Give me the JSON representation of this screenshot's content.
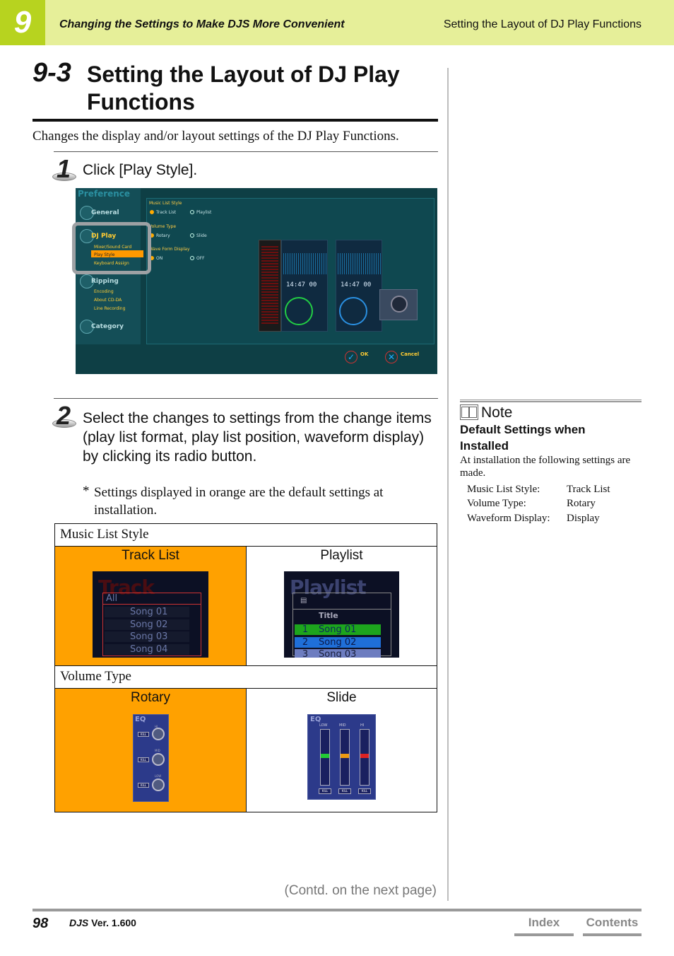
{
  "header": {
    "chapter_number": "9",
    "chapter_title": "Changing the Settings to Make DJS More Convenient",
    "section_title": "Setting the Layout of DJ Play Functions"
  },
  "section": {
    "number": "9-3",
    "title": "Setting the Layout of DJ Play Functions",
    "intro": "Changes the display and/or layout settings of the DJ Play Functions."
  },
  "step1": {
    "number": "1",
    "text": "Click [Play Style]."
  },
  "screenshot": {
    "pane_title": "Preference",
    "nav": {
      "general": "General",
      "dj_play": "DJ Play",
      "dj_sub": [
        "Mixer/Sound Card",
        "Play Style",
        "Keyboard Assign"
      ],
      "ripping": "Ripping",
      "ripping_sub": [
        "Encoding",
        "About CD-DA",
        "Line Recording"
      ],
      "category": "Category"
    },
    "options": {
      "music_list_style": "Music List Style",
      "music_list_opts": [
        "Track List",
        "Playlist"
      ],
      "volume_type": "Volume Type",
      "volume_opts": [
        "Rotary",
        "Slide"
      ],
      "wave_form": "Wave Form Display",
      "wave_opts": [
        "ON",
        "OFF"
      ]
    },
    "deck_times": [
      "14:47 00",
      "14:47 00"
    ],
    "ok": "OK",
    "cancel": "Cancel"
  },
  "step2": {
    "number": "2",
    "text": "Select the changes to settings from the change items (play list format, play list position, waveform display) by clicking its radio button.",
    "asterisk": "*",
    "note": "Settings displayed in orange are the default settings at installation."
  },
  "table": {
    "music_list_style": "Music List Style",
    "track_list": "Track List",
    "playlist": "Playlist",
    "volume_type": "Volume Type",
    "rotary": "Rotary",
    "slide": "Slide"
  },
  "tracklist_img": {
    "heading": "Track",
    "all": "All",
    "songs": [
      "Song 01",
      "Song 02",
      "Song 03",
      "Song 04"
    ]
  },
  "playlist_img": {
    "heading": "Playlist",
    "title_col": "Title",
    "rows": [
      {
        "n": "1",
        "song": "Song 01"
      },
      {
        "n": "2",
        "song": "Song 02"
      },
      {
        "n": "3",
        "song": "Song 03"
      }
    ]
  },
  "eq": {
    "label": "EQ",
    "kill": "KILL",
    "bands_rotary": [
      "HI",
      "MID",
      "LOW"
    ],
    "bands_slide": [
      "LOW",
      "MID",
      "HI"
    ]
  },
  "contd": "(Contd. on the next page)",
  "note": {
    "label": "Note",
    "heading": "Default Settings when Installed",
    "text": "At installation the following settings are made.",
    "rows": [
      {
        "key": "Music List Style:",
        "value": "Track List"
      },
      {
        "key": "Volume Type:",
        "value": "Rotary"
      },
      {
        "key": "Waveform Display:",
        "value": "Display"
      }
    ]
  },
  "footer": {
    "page_number": "98",
    "product": "DJS",
    "version": "Ver. 1.600",
    "index": "Index",
    "contents": "Contents"
  },
  "colors": {
    "header_band": "#e6ef99",
    "chapter_tab": "#b7d31f",
    "default_highlight": "#ffa100"
  }
}
